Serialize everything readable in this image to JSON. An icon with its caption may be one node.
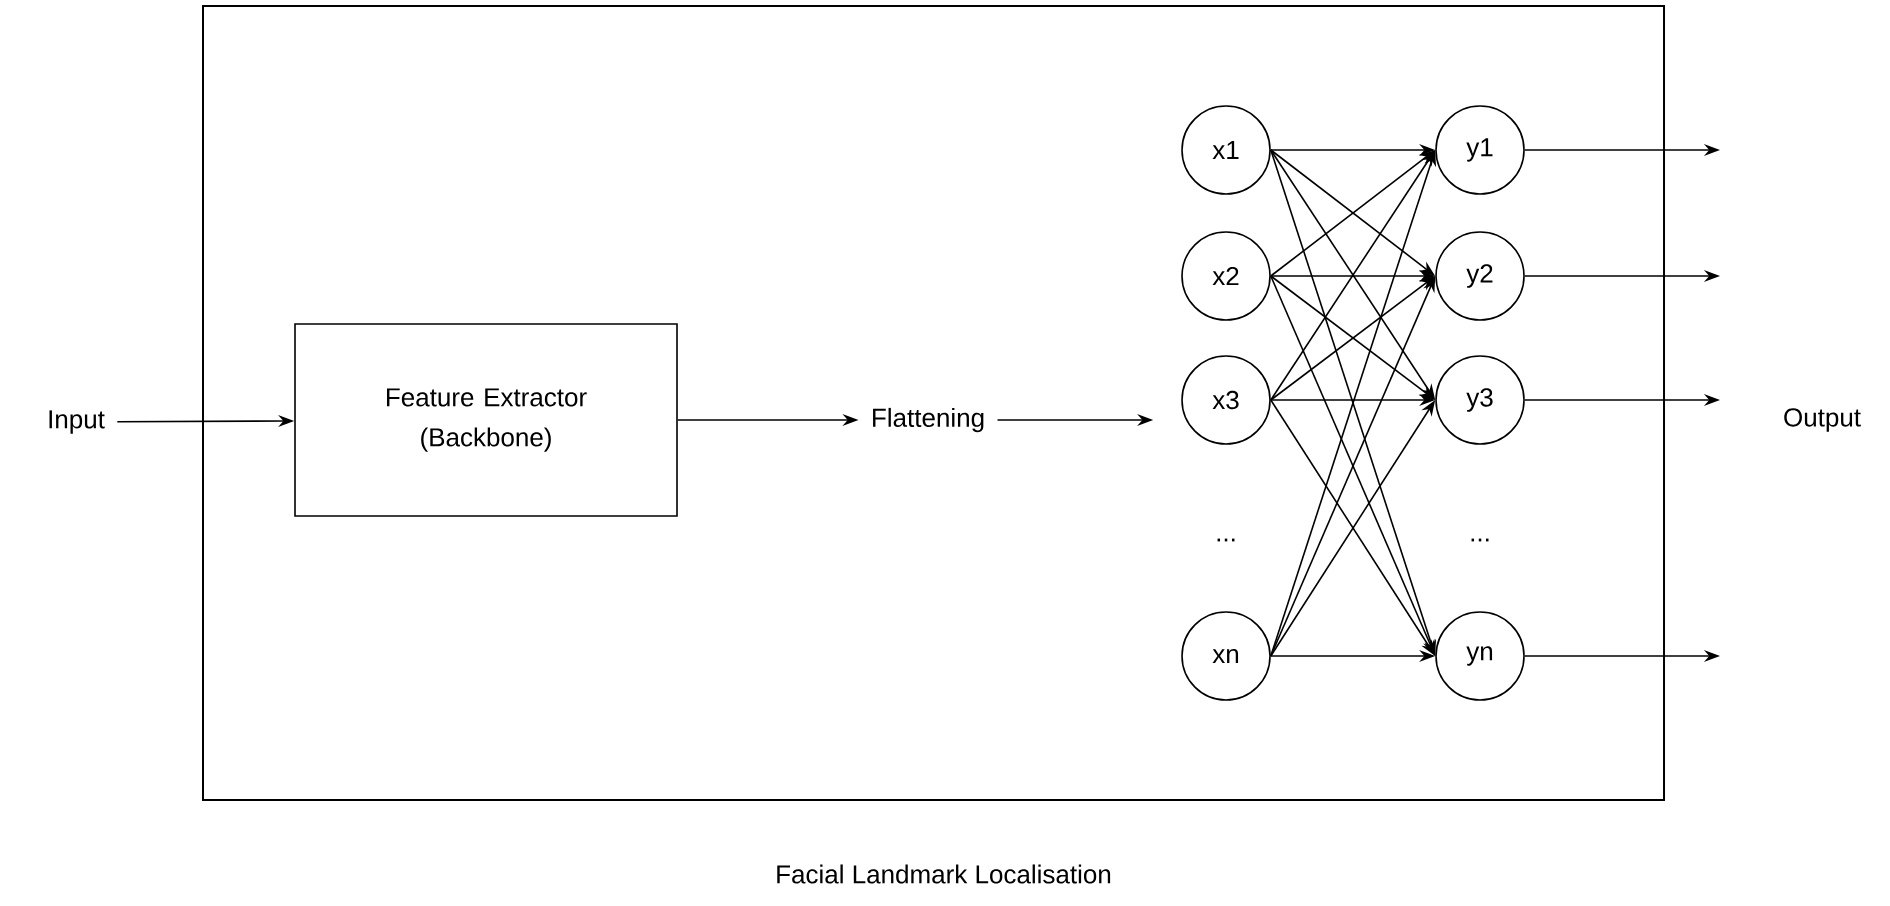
{
  "diagram": {
    "nodes": [
      {
        "text": [
          "Facial Landmark Localisation"
        ]
      },
      {
        "text": [
          "Input"
        ]
      },
      {
        "text": [
          "Feature Extractor (Backbone)"
        ],
        "in": 0
      },
      {
        "text": [
          "Flattening"
        ],
        "in": 0
      },
      {
        "text": [
          "x1"
        ],
        "in": 0
      },
      {
        "text": [
          "x2"
        ],
        "in": 0
      },
      {
        "text": [
          "x3"
        ],
        "in": 0
      },
      {
        "text": [
          "xn"
        ],
        "in": 0
      },
      {
        "text": [
          "y1"
        ],
        "in": 0
      },
      {
        "text": [
          "y2"
        ],
        "in": 0
      },
      {
        "text": [
          "y3"
        ],
        "in": 0
      },
      {
        "text": [
          "yn"
        ],
        "in": 0
      }
    ],
    "edges": [
      {
        "from": 1,
        "to": 2,
        "arrow": "to"
      },
      {
        "from": 2,
        "to": 3,
        "arrow": "to"
      },
      {
        "from": 3,
        "to": 6,
        "arrow": "to"
      },
      {
        "from": 4,
        "to": 8,
        "arrow": "to"
      },
      {
        "from": 4,
        "to": 9,
        "arrow": "to"
      },
      {
        "from": 4,
        "to": 10,
        "arrow": "to"
      },
      {
        "from": 4,
        "to": 11,
        "arrow": "to"
      },
      {
        "from": 5,
        "to": 8,
        "arrow": "to"
      },
      {
        "from": 5,
        "to": 9,
        "arrow": "to"
      },
      {
        "from": 5,
        "to": 10,
        "arrow": "to"
      },
      {
        "from": 5,
        "to": 11,
        "arrow": "to"
      },
      {
        "from": 6,
        "to": 8,
        "arrow": "to"
      },
      {
        "from": 6,
        "to": 9,
        "arrow": "to"
      },
      {
        "from": 6,
        "to": 10,
        "arrow": "to"
      },
      {
        "from": 6,
        "to": 11,
        "arrow": "to"
      },
      {
        "from": 7,
        "to": 8,
        "arrow": "to"
      },
      {
        "from": 7,
        "to": 9,
        "arrow": "to"
      },
      {
        "from": 7,
        "to": 10,
        "arrow": "to"
      },
      {
        "from": 7,
        "to": 11,
        "arrow": "to"
      },
      {
        "from": 8,
        "to": null,
        "arrow": "to"
      },
      {
        "from": 9,
        "to": null,
        "arrow": "to"
      },
      {
        "from": 10,
        "to": null,
        "arrow": "to"
      },
      {
        "from": 11,
        "to": null,
        "arrow": "to"
      }
    ],
    "labels": [
      "...",
      "...",
      "Output"
    ]
  }
}
